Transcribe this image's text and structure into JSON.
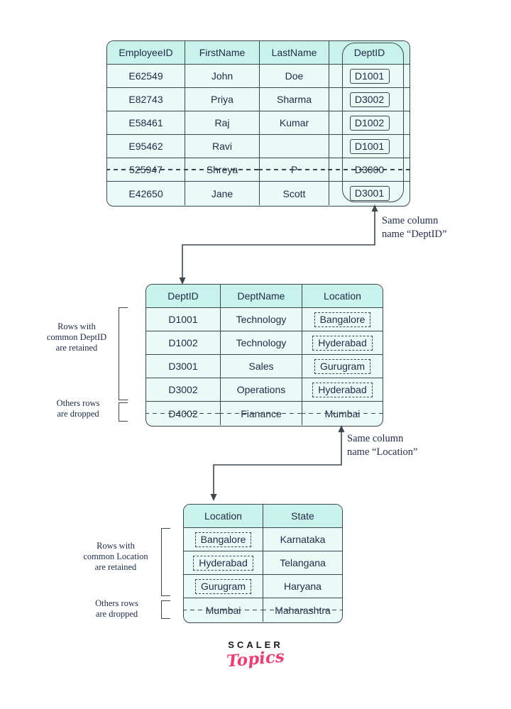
{
  "employee_table": {
    "headers": [
      "EmployeeID",
      "FirstName",
      "LastName",
      "DeptID"
    ],
    "rows": [
      [
        "E62549",
        "John",
        "Doe",
        "D1001"
      ],
      [
        "E82743",
        "Priya",
        "Sharma",
        "D3002"
      ],
      [
        "E58461",
        "Raj",
        "Kumar",
        "D1002"
      ],
      [
        "E95462",
        "Ravi",
        "",
        "D1001"
      ],
      [
        "525947",
        "Shreya",
        "P",
        "D3000"
      ],
      [
        "E42650",
        "Jane",
        "Scott",
        "D3001"
      ]
    ],
    "dropped_row_index": 4
  },
  "department_table": {
    "headers": [
      "DeptID",
      "DeptName",
      "Location"
    ],
    "rows": [
      [
        "D1001",
        "Technology",
        "Bangalore"
      ],
      [
        "D1002",
        "Technology",
        "Hyderabad"
      ],
      [
        "D3001",
        "Sales",
        "Gurugram"
      ],
      [
        "D3002",
        "Operations",
        "Hyderabad"
      ],
      [
        "D4002",
        "Fianance",
        "Mumbai"
      ]
    ],
    "dropped_row_index": 4
  },
  "location_table": {
    "headers": [
      "Location",
      "State"
    ],
    "rows": [
      [
        "Bangalore",
        "Karnataka"
      ],
      [
        "Hyderabad",
        "Telangana"
      ],
      [
        "Gurugram",
        "Haryana"
      ],
      [
        "Mumbai",
        "Maharashtra"
      ]
    ],
    "dropped_row_index": 3
  },
  "arrow_labels": {
    "deptid": [
      "Same column",
      "name “DeptID”"
    ],
    "location": [
      "Same column",
      "name “Location”"
    ]
  },
  "annotations": {
    "dept_retained": [
      "Rows with",
      "common DeptID",
      "are retained"
    ],
    "dept_dropped": [
      "Others rows",
      "are dropped"
    ],
    "location_retained": [
      "Rows with",
      "common Location",
      "are retained"
    ],
    "location_dropped": [
      "Others rows",
      "are dropped"
    ]
  },
  "logo": {
    "scaler": "SCALER",
    "topics": "Topics"
  },
  "colors": {
    "header_fill": "#c9f2ec",
    "body_fill": "#eafaf7",
    "line": "#3b4750",
    "text": "#1e2a47",
    "logo_pink": "#ef3c72"
  }
}
